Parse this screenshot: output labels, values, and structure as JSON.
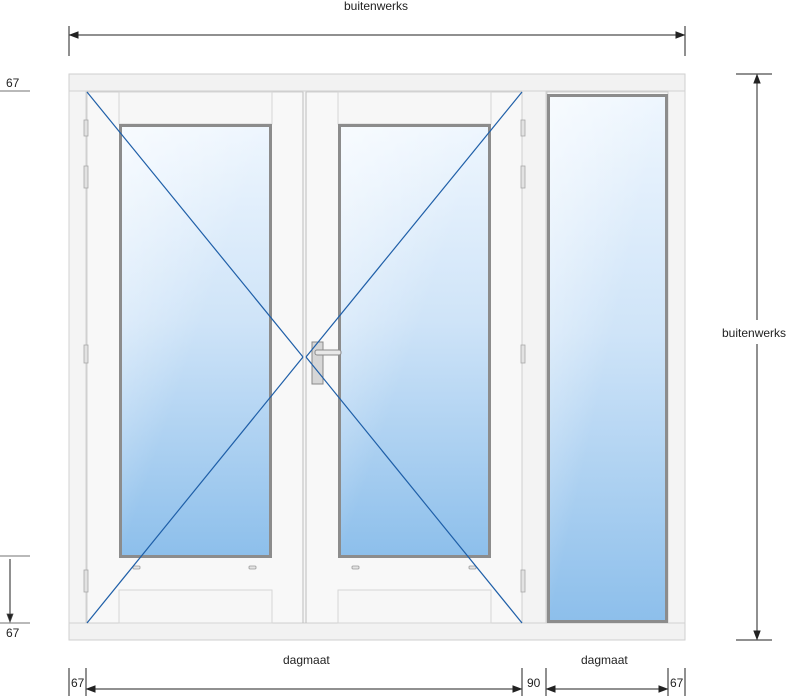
{
  "dimensions": {
    "top_width_label": "buitenwerks",
    "right_height_label": "buitenwerks",
    "bottom_left_label": "dagmaat",
    "bottom_right_label": "dagmaat",
    "left_top_value": "67",
    "left_bottom_value": "67",
    "bottom_frame_left": "67",
    "bottom_mullion": "90",
    "bottom_frame_right": "67"
  },
  "colors": {
    "frame": "#f6f6f6",
    "frame_edge": "#c9c9c9",
    "glass_top": "#eaf4fd",
    "glass_bottom": "#8ec1ec",
    "opening_lines": "#1f5fa8",
    "dimension_lines": "#222222"
  },
  "icons": [
    "door-handle-icon",
    "hinge-icon",
    "vent-icon"
  ]
}
